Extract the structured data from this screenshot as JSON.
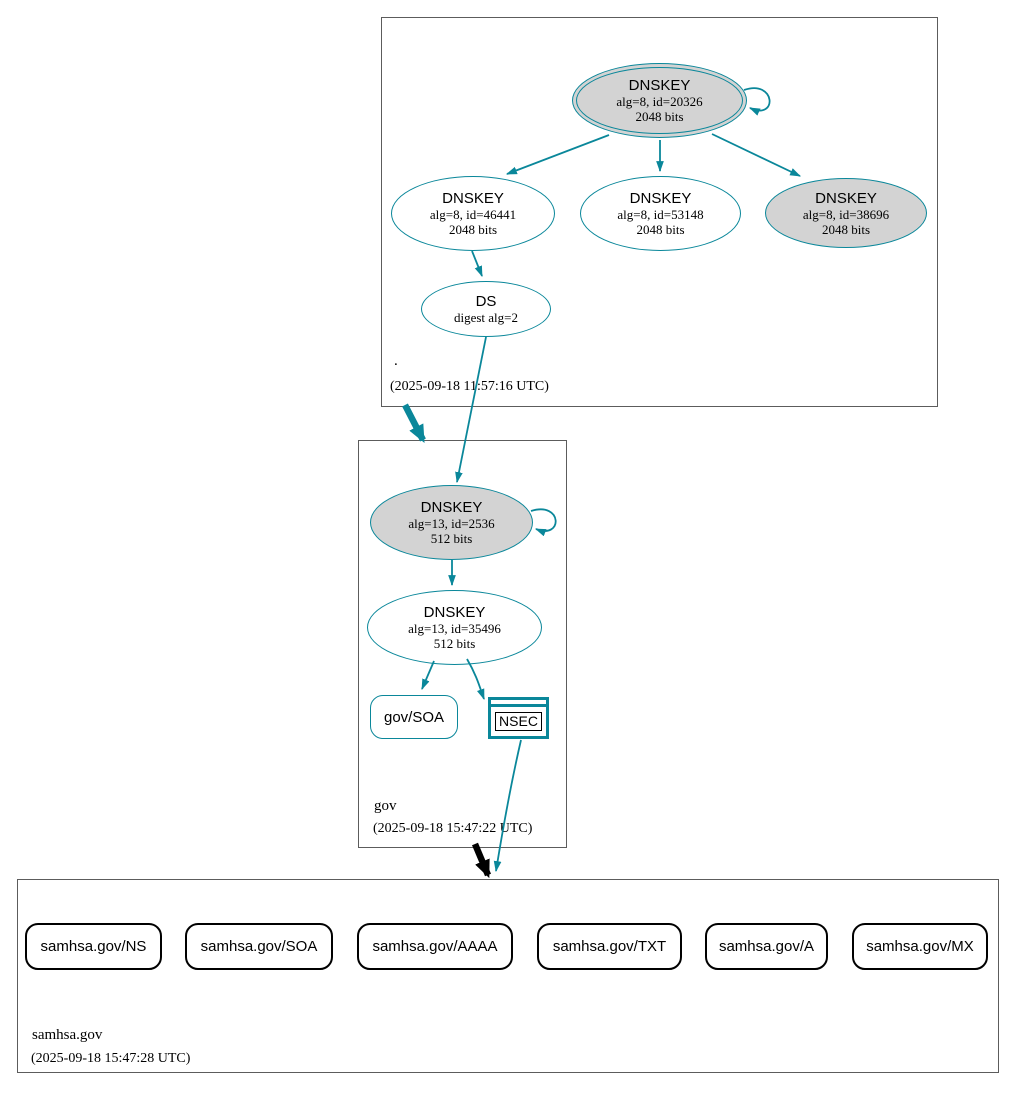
{
  "colors": {
    "teal": "#0a879a",
    "node_fill_gray": "#d3d3d3",
    "rrset_border_black": "#000000",
    "zone_border_gray": "#5c5c5c"
  },
  "zones": {
    "root": {
      "name": ".",
      "timestamp": "(2025-09-18 11:57:16 UTC)",
      "nodes": {
        "ksk": {
          "title": "DNSKEY",
          "line1": "alg=8, id=20326",
          "line2": "2048 bits"
        },
        "zsk1": {
          "title": "DNSKEY",
          "line1": "alg=8, id=46441",
          "line2": "2048 bits"
        },
        "zsk2": {
          "title": "DNSKEY",
          "line1": "alg=8, id=53148",
          "line2": "2048 bits"
        },
        "ksk2": {
          "title": "DNSKEY",
          "line1": "alg=8, id=38696",
          "line2": "2048 bits"
        },
        "ds": {
          "title": "DS",
          "line1": "digest alg=2"
        }
      }
    },
    "gov": {
      "name": "gov",
      "timestamp": "(2025-09-18 15:47:22 UTC)",
      "nodes": {
        "ksk": {
          "title": "DNSKEY",
          "line1": "alg=13, id=2536",
          "line2": "512 bits"
        },
        "zsk": {
          "title": "DNSKEY",
          "line1": "alg=13, id=35496",
          "line2": "512 bits"
        },
        "soa": {
          "label": "gov/SOA"
        },
        "nsec": {
          "label": "NSEC"
        }
      }
    },
    "samhsa": {
      "name": "samhsa.gov",
      "timestamp": "(2025-09-18 15:47:28 UTC)",
      "rrsets": {
        "ns": "samhsa.gov/NS",
        "soa": "samhsa.gov/SOA",
        "aaaa": "samhsa.gov/AAAA",
        "txt": "samhsa.gov/TXT",
        "a": "samhsa.gov/A",
        "mx": "samhsa.gov/MX"
      }
    }
  }
}
